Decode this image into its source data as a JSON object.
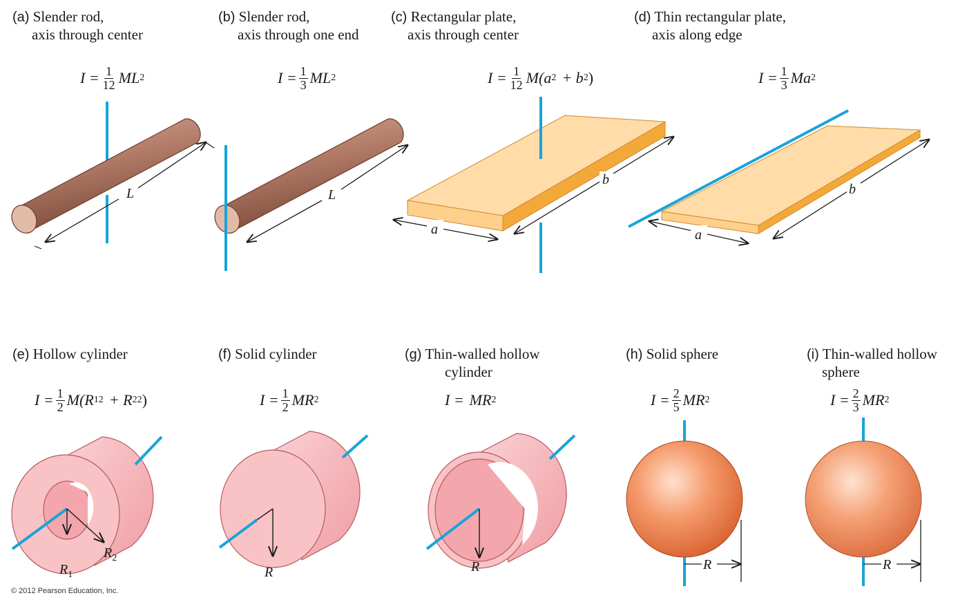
{
  "panels": {
    "a": {
      "tag": "(a)",
      "line1": "Slender rod,",
      "line2": "axis through center",
      "f_lhs": "I =",
      "f_num": "1",
      "f_den": "12",
      "f_rhs": "ML",
      "f_sup": "2",
      "dim": "L"
    },
    "b": {
      "tag": "(b)",
      "line1": "Slender rod,",
      "line2": "axis through one end",
      "f_lhs": "I =",
      "f_num": "1",
      "f_den": "3",
      "f_rhs": "ML",
      "f_sup": "2",
      "dim": "L"
    },
    "c": {
      "tag": "(c)",
      "line1": "Rectangular plate,",
      "line2": "axis through center",
      "f_lhs": "I =",
      "f_num": "1",
      "f_den": "12",
      "f_m": "M(a",
      "f_sup1": "2",
      "f_plus": "+ b",
      "f_sup2": "2",
      "f_close": ")",
      "dim_a": "a",
      "dim_b": "b"
    },
    "d": {
      "tag": "(d)",
      "line1": "Thin rectangular plate,",
      "line2": "axis along edge",
      "f_lhs": "I =",
      "f_num": "1",
      "f_den": "3",
      "f_rhs": "Ma",
      "f_sup": "2",
      "dim_a": "a",
      "dim_b": "b"
    },
    "e": {
      "tag": "(e)",
      "line1": "Hollow cylinder",
      "f_lhs": "I =",
      "f_num": "1",
      "f_den": "2",
      "f_m": "M(R",
      "f_sub1": "1",
      "f_sup1": "2",
      "f_plus": "+ R",
      "f_sub2": "2",
      "f_sup2": "2",
      "f_close": ")",
      "dim_r1": "R",
      "dim_r1_sub": "1",
      "dim_r2": "R",
      "dim_r2_sub": "2"
    },
    "f": {
      "tag": "(f)",
      "line1": "Solid cylinder",
      "f_lhs": "I =",
      "f_num": "1",
      "f_den": "2",
      "f_rhs": "MR",
      "f_sup": "2",
      "dim": "R"
    },
    "g": {
      "tag": "(g)",
      "line1": "Thin-walled hollow",
      "line2": "cylinder",
      "f_lhs": "I =",
      "f_rhs": "MR",
      "f_sup": "2",
      "dim": "R"
    },
    "h": {
      "tag": "(h)",
      "line1": "Solid sphere",
      "f_lhs": "I =",
      "f_num": "2",
      "f_den": "5",
      "f_rhs": "MR",
      "f_sup": "2",
      "dim": "R"
    },
    "i": {
      "tag": "(i)",
      "line1": "Thin-walled hollow",
      "line2": "sphere",
      "f_lhs": "I =",
      "f_num": "2",
      "f_den": "3",
      "f_rhs": "MR",
      "f_sup": "2",
      "dim": "R"
    }
  },
  "copyright": "© 2012 Pearson Education, Inc.",
  "colors": {
    "axis": "#1aa3d9",
    "rod": "#a8715e",
    "plate": "#ffd9a0",
    "plate_edge": "#f0a93c",
    "cylinder": "#f7b3b6",
    "sphere": "#ee8a55"
  }
}
